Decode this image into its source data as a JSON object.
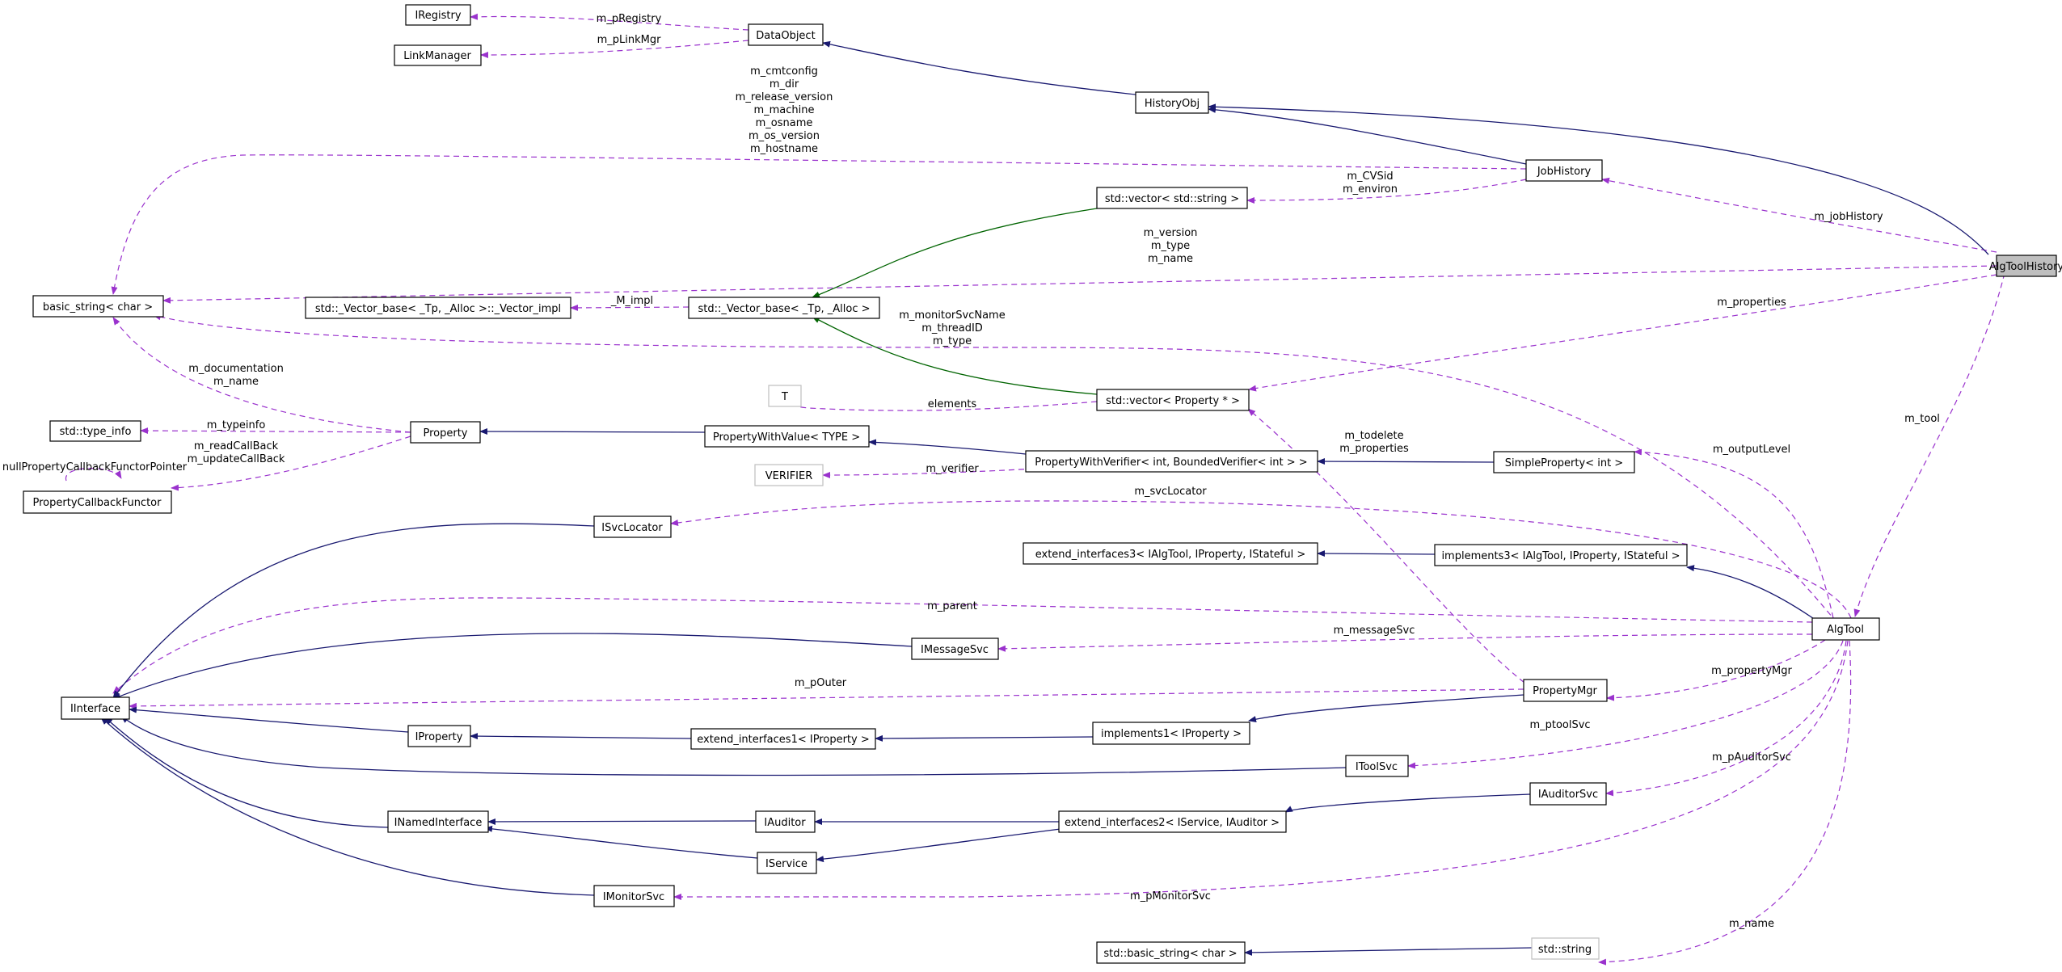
{
  "nodes": {
    "iregistry": "IRegistry",
    "linkmanager": "LinkManager",
    "dataobject": "DataObject",
    "historyobj": "HistoryObj",
    "jobhistory": "JobHistory",
    "algtoolhistory": "AlgToolHistory",
    "vector_string": "std::vector< std::string >",
    "basic_string": "basic_string< char >",
    "vector_impl": "std::_Vector_base< _Tp, _Alloc >::_Vector_impl",
    "vector_base": "std::_Vector_base< _Tp, _Alloc >",
    "t": "T",
    "vector_property": "std::vector< Property * >",
    "type_info": "std::type_info",
    "property": "Property",
    "property_with_value": "PropertyWithValue< TYPE >",
    "property_with_verifier": "PropertyWithVerifier< int, BoundedVerifier< int > >",
    "simple_property": "SimpleProperty< int >",
    "verifier": "VERIFIER",
    "property_callback_functor": "PropertyCallbackFunctor",
    "isvclocator": "ISvcLocator",
    "extend_interfaces3": "extend_interfaces3< IAlgTool, IProperty, IStateful >",
    "implements3": "implements3< IAlgTool, IProperty, IStateful >",
    "algtool": "AlgTool",
    "imessagesvc": "IMessageSvc",
    "iinterface": "IInterface",
    "propertymgr": "PropertyMgr",
    "iproperty": "IProperty",
    "extend_interfaces1": "extend_interfaces1< IProperty >",
    "implements1": "implements1< IProperty >",
    "itoolsvc": "IToolSvc",
    "iauditorsvc": "IAuditorSvc",
    "inamedinterface": "INamedInterface",
    "iauditor": "IAuditor",
    "extend_interfaces2": "extend_interfaces2< IService, IAuditor >",
    "iservice": "IService",
    "imonitorsvc": "IMonitorSvc",
    "basic_string_std": "std::basic_string< char >",
    "std_string": "std::string"
  },
  "edge_labels": {
    "m_pregistry": "m_pRegistry",
    "m_plinkmgr": "m_pLinkMgr",
    "jobhistory_strings": [
      "m_cmtconfig",
      "m_dir",
      "m_release_version",
      "m_machine",
      "m_osname",
      "m_os_version",
      "m_hostname"
    ],
    "env": [
      "m_CVSid",
      "m_environ"
    ],
    "m_jobhistory": "m_jobHistory",
    "algtoolhistory_strings": [
      "m_version",
      "m_type",
      "m_name"
    ],
    "m_impl": "_M_impl",
    "m_properties": "m_properties",
    "algtool_strings": [
      "m_monitorSvcName",
      "m_threadID",
      "m_type"
    ],
    "property_strings": [
      "m_documentation",
      "m_name"
    ],
    "elements": "elements",
    "m_typeinfo": "m_typeinfo",
    "callbacks": [
      "m_readCallBack",
      "m_updateCallBack"
    ],
    "null_pointer": "nullPropertyCallbackFunctorPointer",
    "m_verifier": "m_verifier",
    "mgr_vector": [
      "m_todelete",
      "m_properties"
    ],
    "m_outputlevel": "m_outputLevel",
    "m_tool": "m_tool",
    "m_svclocator": "m_svcLocator",
    "m_parent": "m_parent",
    "m_messagesvc": "m_messageSvc",
    "m_pouter": "m_pOuter",
    "m_propertymgr": "m_propertyMgr",
    "m_ptoolsvc": "m_ptoolSvc",
    "m_pauditorsvc": "m_pAuditorSvc",
    "m_pmonitorsvc": "m_pMonitorSvc",
    "m_name": "m_name"
  },
  "colors": {
    "inheritance": "#191970",
    "template": "#006400",
    "usage": "#9a32cd",
    "root_fill": "#bfbfbf"
  }
}
